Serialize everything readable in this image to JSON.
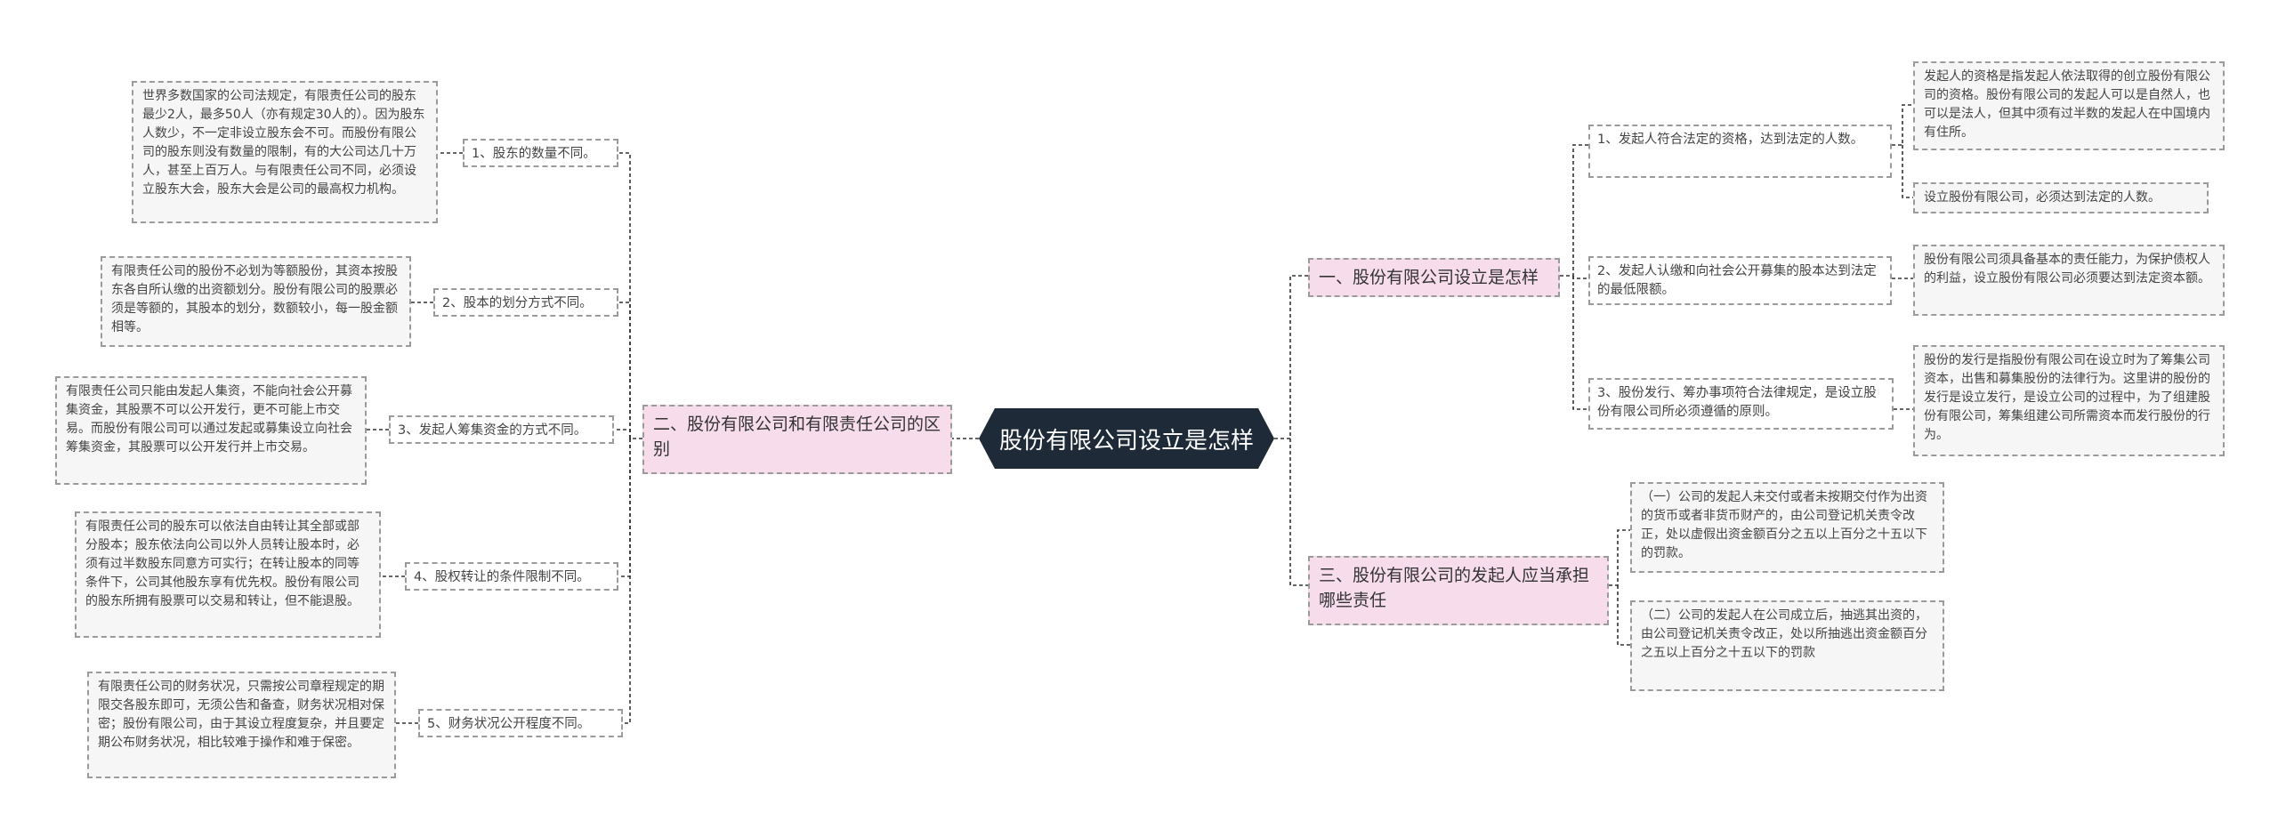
{
  "root": "股份有限公司设立是怎样",
  "right": [
    {
      "label": "一、股份有限公司设立是怎样",
      "children": [
        {
          "label": "1、发起人符合法定的资格，达到法定的人数。",
          "details": [
            "发起人的资格是指发起人依法取得的创立股份有限公司的资格。股份有限公司的发起人可以是自然人，也可以是法人，但其中须有过半数的发起人在中国境内有住所。",
            "设立股份有限公司，必须达到法定的人数。"
          ]
        },
        {
          "label": "2、发起人认缴和向社会公开募集的股本达到法定的最低限额。",
          "details": [
            "股份有限公司须具备基本的责任能力，为保护债权人的利益，设立股份有限公司必须要达到法定资本额。"
          ]
        },
        {
          "label": "3、股份发行、筹办事项符合法律规定，是设立股份有限公司所必须遵循的原则。",
          "details": [
            "股份的发行是指股份有限公司在设立时为了筹集公司资本，出售和募集股份的法律行为。这里讲的股份的发行是设立发行，是设立公司的过程中，为了组建股份有限公司，筹集组建公司所需资本而发行股份的行为。"
          ]
        }
      ]
    },
    {
      "label": "三、股份有限公司的发起人应当承担哪些责任",
      "children": [
        {
          "label": "（一）公司的发起人未交付或者未按期交付作为出资的货币或者非货币财产的，由公司登记机关责令改正，处以虚假出资金额百分之五以上百分之十五以下的罚款。"
        },
        {
          "label": "（二）公司的发起人在公司成立后，抽逃其出资的，由公司登记机关责令改正，处以所抽逃出资金额百分之五以上百分之十五以下的罚款"
        }
      ]
    }
  ],
  "left": {
    "label": "二、股份有限公司和有限责任公司的区别",
    "children": [
      {
        "label": "1、股东的数量不同。",
        "detail": "世界多数国家的公司法规定，有限责任公司的股东最少2人，最多50人（亦有规定30人的）。因为股东人数少，不一定非设立股东会不可。而股份有限公司的股东则没有数量的限制，有的大公司达几十万人，甚至上百万人。与有限责任公司不同，必须设立股东大会，股东大会是公司的最高权力机构。"
      },
      {
        "label": "2、股本的划分方式不同。",
        "detail": "有限责任公司的股份不必划为等额股份，其资本按股东各自所认缴的出资额划分。股份有限公司的股票必须是等额的，其股本的划分，数额较小，每一股金额相等。"
      },
      {
        "label": "3、发起人筹集资金的方式不同。",
        "detail": "有限责任公司只能由发起人集资，不能向社会公开募集资金，其股票不可以公开发行，更不可能上市交易。而股份有限公司可以通过发起或募集设立向社会筹集资金，其股票可以公开发行并上市交易。"
      },
      {
        "label": "4、股权转让的条件限制不同。",
        "detail": "有限责任公司的股东可以依法自由转让其全部或部分股本；股东依法向公司以外人员转让股本时，必须有过半数股东同意方可实行；在转让股本的同等条件下，公司其他股东享有优先权。股份有限公司的股东所拥有股票可以交易和转让，但不能退股。"
      },
      {
        "label": "5、财务状况公开程度不同。",
        "detail": "有限责任公司的财务状况，只需按公司章程规定的期限交各股东即可，无须公告和备查，财务状况相对保密；股份有限公司，由于其设立程度复杂，并且要定期公布财务状况，相比较难于操作和难于保密。"
      }
    ]
  }
}
